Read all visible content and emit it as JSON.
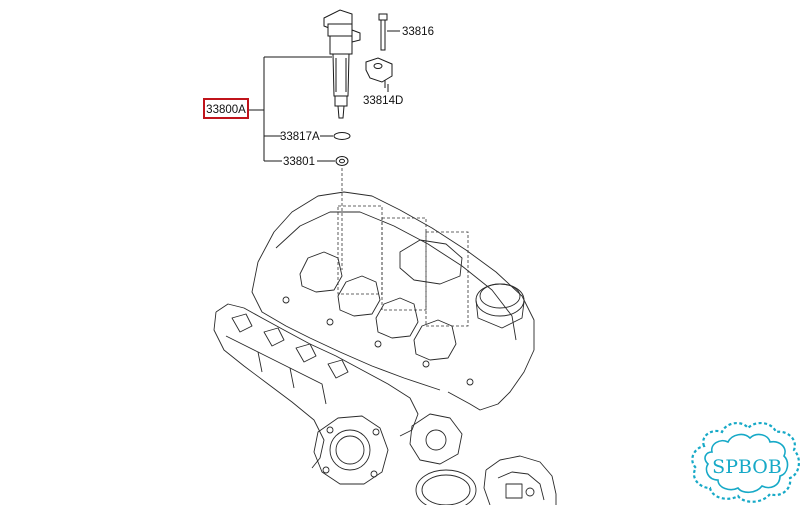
{
  "callouts": {
    "assembly": "33800A",
    "bolt": "33816",
    "clamp": "33814D",
    "o_ring": "33817A",
    "washer": "33801"
  },
  "watermark": {
    "text": "SPBOB",
    "color": "#16a9c7"
  },
  "highlight_color": "#c0141b"
}
